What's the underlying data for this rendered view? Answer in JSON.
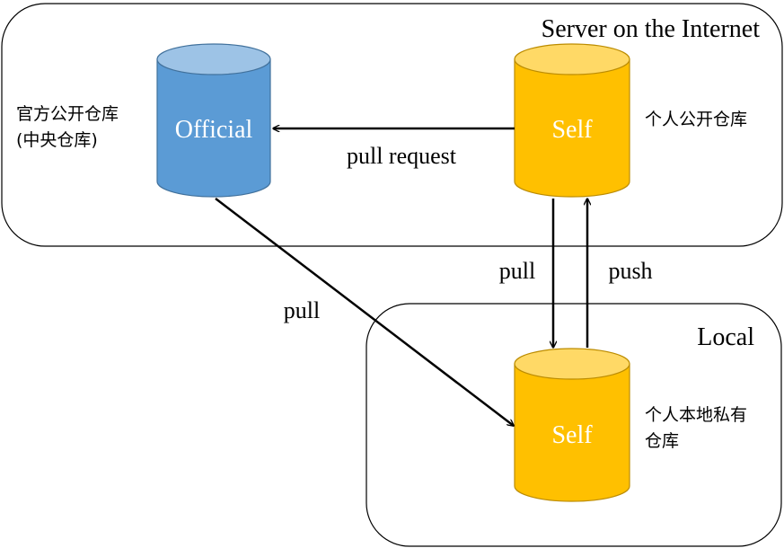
{
  "regions": {
    "server": {
      "title": "Server on the Internet"
    },
    "local": {
      "title": "Local"
    }
  },
  "nodes": {
    "official": {
      "label": "Official",
      "caption_lines": [
        "官方公开仓库",
        "(中央仓库)"
      ],
      "color": "#5b9bd5",
      "top_color": "#9dc3e6",
      "stroke": "#41719c"
    },
    "self_remote": {
      "label": "Self",
      "caption_lines": [
        "个人公开仓库"
      ],
      "color": "#ffc000",
      "top_color": "#ffd966",
      "stroke": "#bc8c00"
    },
    "self_local": {
      "label": "Self",
      "caption_lines": [
        "个人本地私有",
        "仓库"
      ],
      "color": "#ffc000",
      "top_color": "#ffd966",
      "stroke": "#bc8c00"
    }
  },
  "edges": {
    "pull_request": {
      "label": "pull request"
    },
    "pull_official": {
      "label": "pull"
    },
    "pull_remote": {
      "label": "pull"
    },
    "push_remote": {
      "label": "push"
    }
  }
}
